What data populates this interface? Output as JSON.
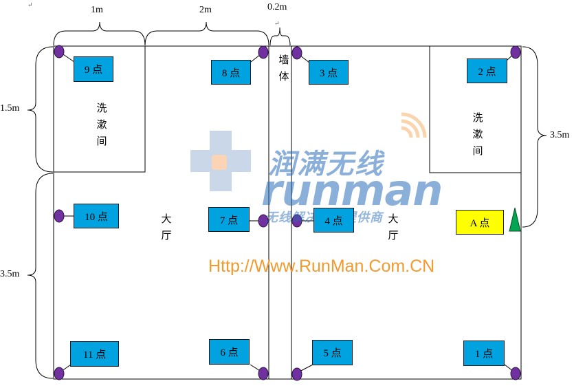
{
  "dimensions": {
    "d1": "1m",
    "d2": "2m",
    "d3": "0.2m",
    "d4": "1.5m",
    "d5": "3.5m",
    "d6": "3.5m"
  },
  "rooms": {
    "wall": [
      "墙",
      "体"
    ],
    "washroom_left": [
      "洗",
      "漱",
      "间"
    ],
    "washroom_right": [
      "洗",
      "漱",
      "间"
    ],
    "hall_left": [
      "大",
      "厅"
    ],
    "hall_right": [
      "大",
      "厅"
    ]
  },
  "points": {
    "p1": "1 点",
    "p2": "2 点",
    "p3": "3 点",
    "p4": "4 点",
    "p5": "5 点",
    "p6": "6 点",
    "p7": "7 点",
    "p8": "8 点",
    "p9": "9 点",
    "p10": "10 点",
    "p11": "11 点",
    "ap": "A 点"
  },
  "watermark": {
    "brand_cn": "润满无线",
    "brand_en": "runman",
    "slogan": "无线解决方案提供商",
    "url": "Http://Www.RunMan.Com.CN"
  },
  "colors": {
    "point_box": "#00a3e0",
    "ap_box": "#ffff00",
    "marker": "#7030a0",
    "ap_triangle": "#00a651",
    "url_text": "#f29a2e",
    "watermark": "#2a6eb8"
  },
  "paragraph_mark": "↵"
}
